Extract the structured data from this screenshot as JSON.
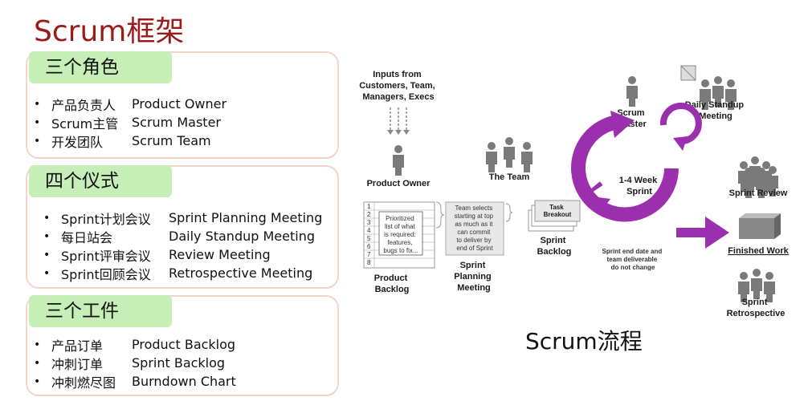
{
  "title": "Scrum框架",
  "cards": [
    {
      "heading": "三个角色",
      "items": [
        {
          "zh": "产品负责人",
          "en": "Product Owner"
        },
        {
          "zh": "Scrum主管",
          "en": "Scrum Master"
        },
        {
          "zh": "开发团队",
          "en": "Scrum Team"
        }
      ]
    },
    {
      "heading": "四个仪式",
      "items": [
        {
          "zh": "Sprint计划会议",
          "en": "Sprint Planning Meeting"
        },
        {
          "zh": "每日站会",
          "en": "Daily Standup Meeting"
        },
        {
          "zh": "Sprint评审会议",
          "en": "Review Meeting"
        },
        {
          "zh": "Sprint回顾会议",
          "en": "Retrospective Meeting"
        }
      ]
    },
    {
      "heading": "三个工件",
      "items": [
        {
          "zh": "产品订单",
          "en": "Product Backlog"
        },
        {
          "zh": "冲刺订单",
          "en": "Sprint Backlog"
        },
        {
          "zh": "冲刺燃尽图",
          "en": "Burndown Chart"
        }
      ]
    }
  ],
  "diagram": {
    "inputs": [
      "Inputs from",
      "Customers, Team,",
      "Managers, Execs"
    ],
    "product_owner": "Product Owner",
    "the_team": "The Team",
    "scrum_master": [
      "Scrum",
      "Master"
    ],
    "daily_standup": [
      "Daily Standup",
      "Meeting"
    ],
    "backlog_rows": [
      "1",
      "2",
      "3",
      "4",
      "5",
      "6",
      "7",
      "8"
    ],
    "prioritized_note": [
      "Prioritized",
      "list of what",
      "is required:",
      "features,",
      "bugs to fix..."
    ],
    "product_backlog": [
      "Product",
      "Backlog"
    ],
    "team_selects": [
      "Team selects",
      "starting at top",
      "as much as it",
      "can commit",
      "to deliver by",
      "end of Sprint"
    ],
    "sprint_planning": [
      "Sprint",
      "Planning",
      "Meeting"
    ],
    "task_breakout": [
      "Task",
      "Breakout"
    ],
    "sprint_backlog": [
      "Sprint",
      "Backlog"
    ],
    "cycle_label": [
      "1-4 Week",
      "Sprint"
    ],
    "sprint_end_note": [
      "Sprint end date and",
      "team deliverable",
      "do not change"
    ],
    "sprint_review": "Sprint Review",
    "finished_work": "Finished Work",
    "retrospective": [
      "Sprint",
      "Retrospective"
    ],
    "purple": "#9b2fae"
  },
  "flow_title": "Scrum流程"
}
